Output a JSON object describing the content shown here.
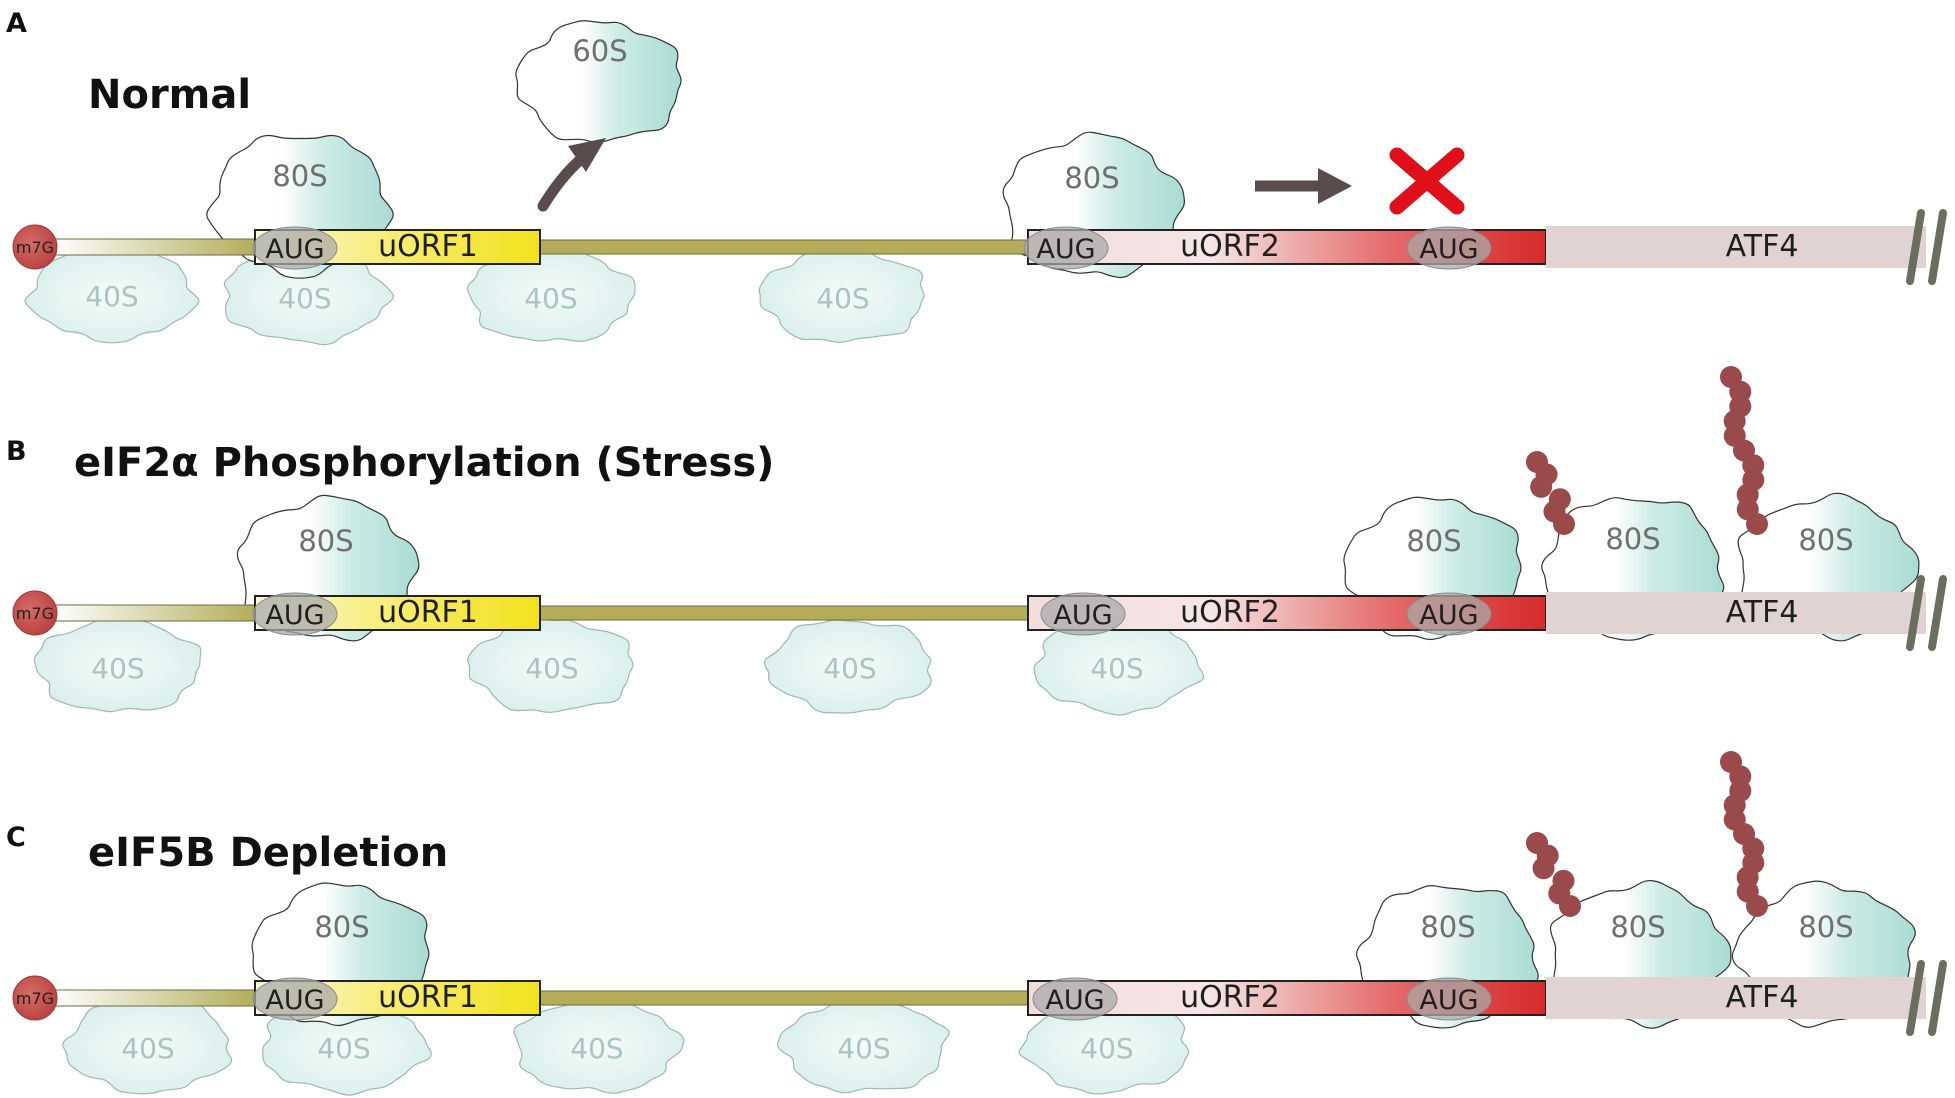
{
  "panels": [
    {
      "letter": "A",
      "title": "Normal",
      "labels": {
        "cap": "m7G",
        "start1": "AUG",
        "orf1": "uORF1",
        "start2": "AUG",
        "orf2": "uORF2",
        "start3": "AUG",
        "main": "ATF4"
      },
      "small_subunits": [
        "40S",
        "40S",
        "40S",
        "40S"
      ],
      "large_subunits": [
        "80S",
        "80S"
      ],
      "released_subunit": "60S"
    },
    {
      "letter": "B",
      "title": "eIF2α Phosphorylation (Stress)",
      "labels": {
        "cap": "m7G",
        "start1": "AUG",
        "orf1": "uORF1",
        "start2": "AUG",
        "orf2": "uORF2",
        "start3": "AUG",
        "main": "ATF4"
      },
      "small_subunits": [
        "40S",
        "40S",
        "40S",
        "40S"
      ],
      "large_subunits": [
        "80S",
        "80S",
        "80S",
        "80S"
      ]
    },
    {
      "letter": "C",
      "title": "eIF5B Depletion",
      "labels": {
        "cap": "m7G",
        "start1": "AUG",
        "orf1": "uORF1",
        "start2": "AUG",
        "orf2": "uORF2",
        "start3": "AUG",
        "main": "ATF4"
      },
      "small_subunits": [
        "40S",
        "40S",
        "40S",
        "40S",
        "40S"
      ],
      "large_subunits": [
        "80S",
        "80S",
        "80S",
        "80S"
      ]
    }
  ],
  "colors": {
    "cap": "#c0504d",
    "leader": "#b3ad5a",
    "orf1": "#f5e52a",
    "orf2_end": "#d62a2a",
    "main": "#e2d3d3",
    "subunit": "#bfe6df",
    "peptide": "#9a4a4a",
    "block": "#e0101a",
    "arrow": "#5a4c4c",
    "terminus": "#6a6e5e"
  }
}
